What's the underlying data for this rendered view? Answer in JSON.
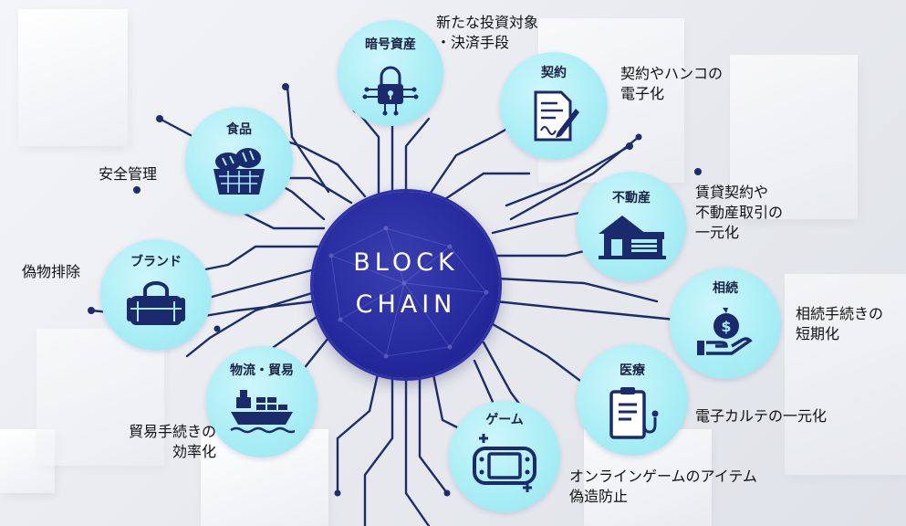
{
  "center": {
    "line1": "BLOCK",
    "line2": "CHAIN"
  },
  "nodes": {
    "crypto": {
      "title": "暗号資産",
      "caption": [
        "新たな投資対象",
        "・決済手段"
      ],
      "icon": "padlock-icon"
    },
    "contract": {
      "title": "契約",
      "caption": [
        "契約やハンコの",
        "電子化"
      ],
      "icon": "document-pen-icon"
    },
    "food": {
      "title": "食品",
      "caption": [
        "安全管理"
      ],
      "icon": "bread-basket-icon"
    },
    "realestate": {
      "title": "不動産",
      "caption": [
        "賃貸契約や",
        "不動産取引の",
        "一元化"
      ],
      "icon": "house-icon"
    },
    "brand": {
      "title": "ブランド",
      "caption": [
        "偽物排除"
      ],
      "icon": "handbag-icon"
    },
    "inheritance": {
      "title": "相続",
      "caption": [
        "相続手続きの",
        "短期化"
      ],
      "icon": "money-hand-icon"
    },
    "logistics": {
      "title": "物流・貿易",
      "caption": [
        "貿易手続きの",
        "効率化"
      ],
      "icon": "cargo-ship-icon"
    },
    "medical": {
      "title": "医療",
      "caption": [
        "電子カルテの一元化"
      ],
      "icon": "clipboard-stethoscope-icon"
    },
    "game": {
      "title": "ゲーム",
      "caption": [
        "オンラインゲームのアイテム",
        "偽造防止"
      ],
      "icon": "game-console-icon"
    }
  },
  "colors": {
    "navy": "#1a2a6c",
    "center": "#23289a",
    "node": "#a8edf5",
    "trace": "#1c2d6e"
  }
}
